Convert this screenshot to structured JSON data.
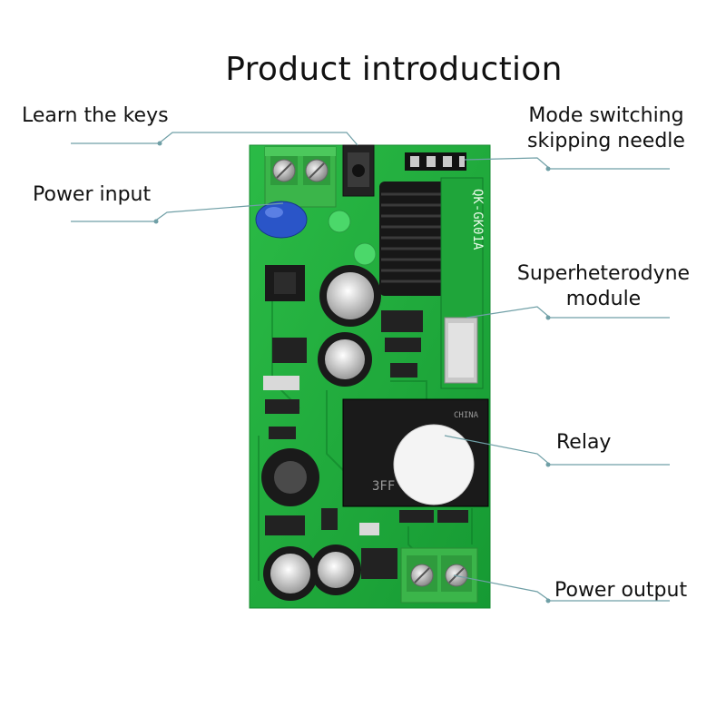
{
  "title": "Product introduction",
  "callouts": {
    "learn_keys": "Learn the keys",
    "power_input": "Power input",
    "mode_switching_line1": "Mode switching",
    "mode_switching_line2": "skipping needle",
    "superhet_line1": "Superheterodyne",
    "superhet_line2": "module",
    "relay": "Relay",
    "power_output": "Power output"
  },
  "board_markings": {
    "model": "QK-GK01A",
    "relay_brand": "CHINA",
    "relay_code": "3FF"
  },
  "colors": {
    "pcb_green": "#1fae3c",
    "pcb_dark": "#158a2e",
    "terminal_green": "#3bb54a",
    "leader_line": "#6f9fa6",
    "relay_black": "#1a1a1a"
  }
}
